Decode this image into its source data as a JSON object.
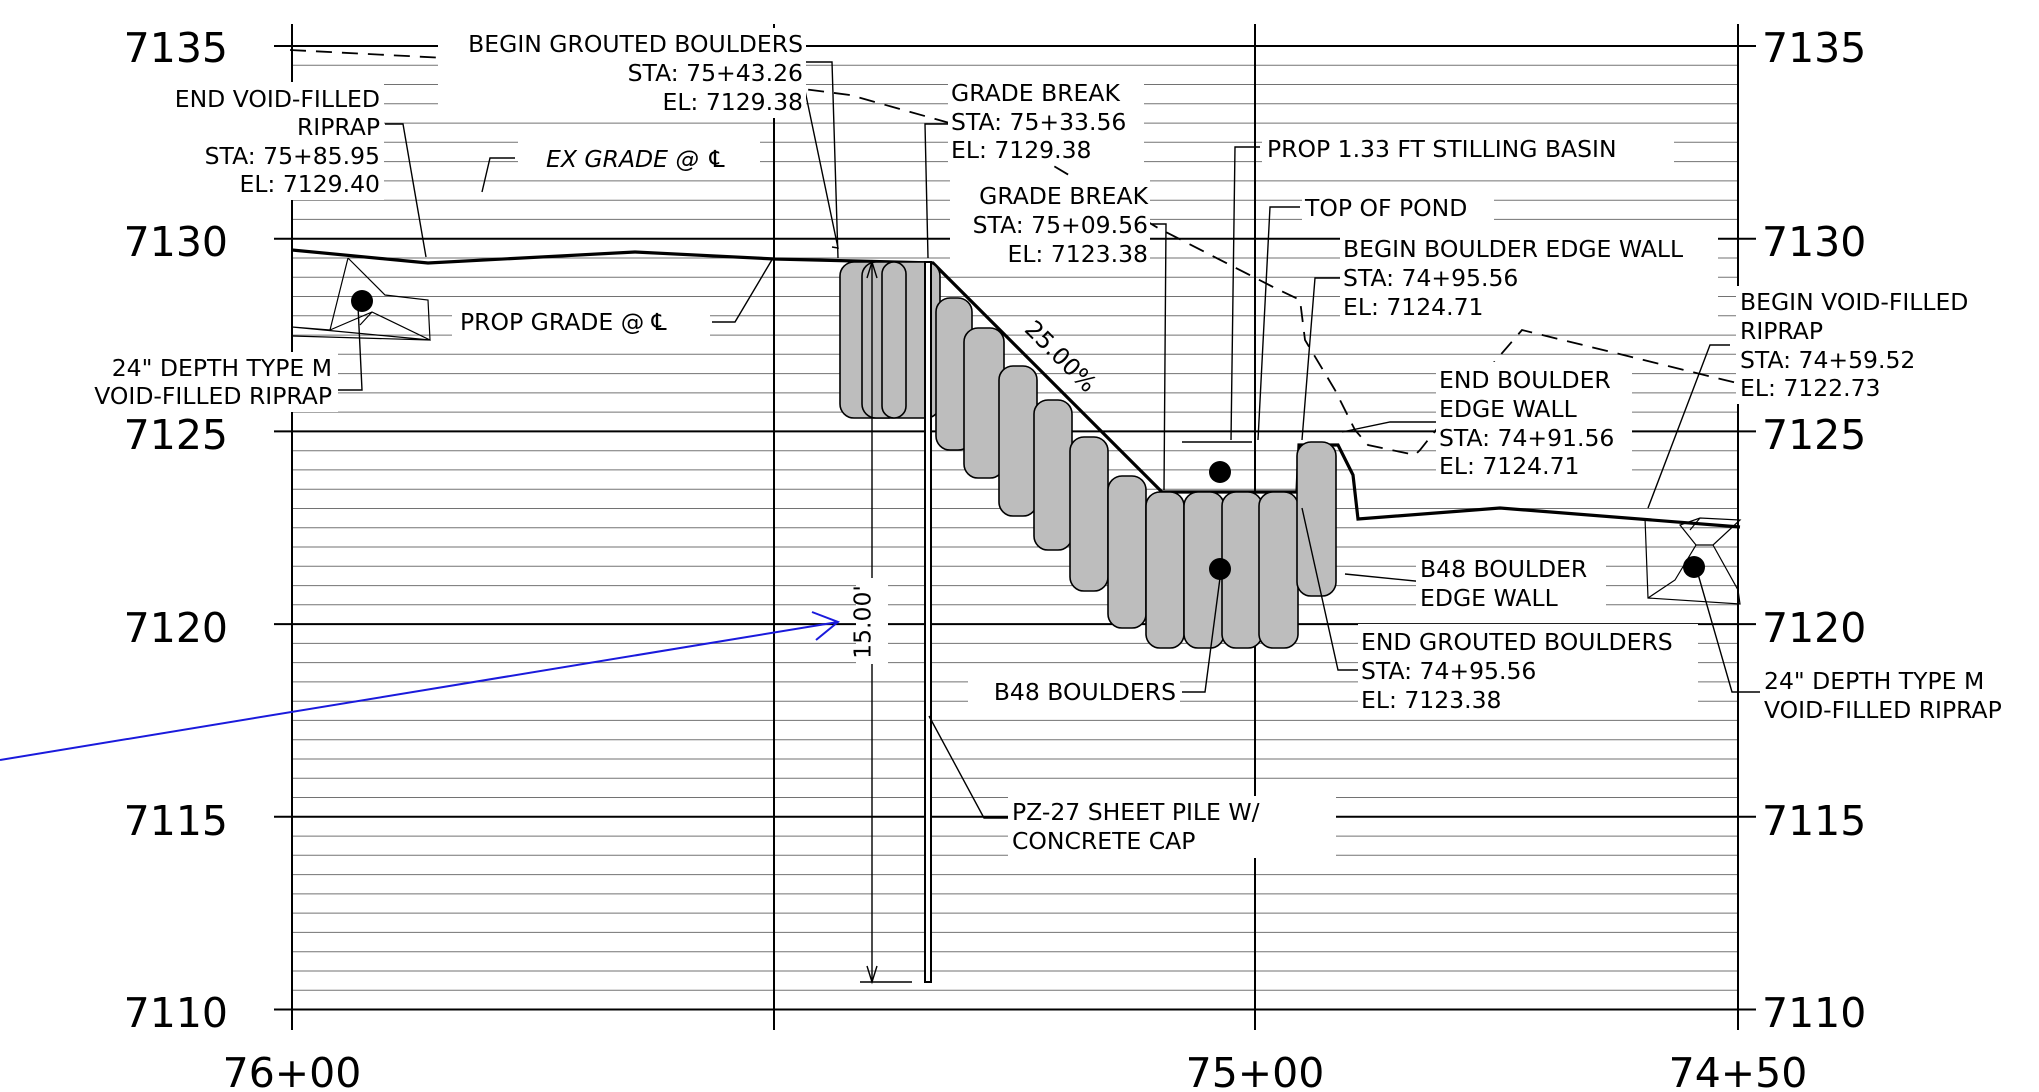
{
  "profile": {
    "elevation_ticks": [
      "7135",
      "7130",
      "7125",
      "7120",
      "7115",
      "7110"
    ],
    "station_ticks": [
      "76+00",
      "75+00",
      "74+50"
    ],
    "labels": {
      "begin_grouted": [
        "BEGIN GROUTED BOULDERS",
        "STA: 75+43.26",
        "EL: 7129.38"
      ],
      "grade_break_1": [
        "GRADE BREAK",
        "STA: 75+33.56",
        "EL: 7129.38"
      ],
      "end_void_filled": [
        "END VOID-FILLED",
        "RIPRAP",
        "STA: 75+85.95",
        "EL: 7129.40"
      ],
      "ex_grade": "EX GRADE @ ℄",
      "prop_grade": "PROP GRADE @ ℄",
      "riprap_left": [
        "24\" DEPTH TYPE M",
        "VOID-FILLED RIPRAP"
      ],
      "grade_break_2": [
        "GRADE BREAK",
        "STA: 75+09.56",
        "EL: 7123.38"
      ],
      "stilling_basin": "PROP 1.33 FT STILLING BASIN",
      "top_of_pond": "TOP OF POND",
      "begin_edge_wall": [
        "BEGIN BOULDER EDGE WALL",
        "STA: 74+95.56",
        "EL: 7124.71"
      ],
      "begin_void_filled": [
        "BEGIN VOID-FILLED",
        "RIPRAP",
        "STA: 74+59.52",
        "EL: 7122.73"
      ],
      "end_edge_wall": [
        "END BOULDER",
        "EDGE WALL",
        "STA: 74+91.56",
        "EL: 7124.71"
      ],
      "b48_edge_wall": [
        "B48 BOULDER",
        "EDGE WALL"
      ],
      "end_grouted": [
        "END GROUTED BOULDERS",
        "STA: 74+95.56",
        "EL: 7123.38"
      ],
      "riprap_right": [
        "24\" DEPTH TYPE M",
        "VOID-FILLED RIPRAP"
      ],
      "b48_boulders": "B48 BOULDERS",
      "sheet_pile": [
        "PZ-27 SHEET PILE W/",
        "CONCRETE CAP"
      ],
      "slope": "25.00%",
      "depth_dim": "15.00'"
    },
    "colors": {
      "line": "#000000",
      "boulder_fill": "#bdbdbd",
      "pointer_arrow": "#1a1adc"
    }
  }
}
